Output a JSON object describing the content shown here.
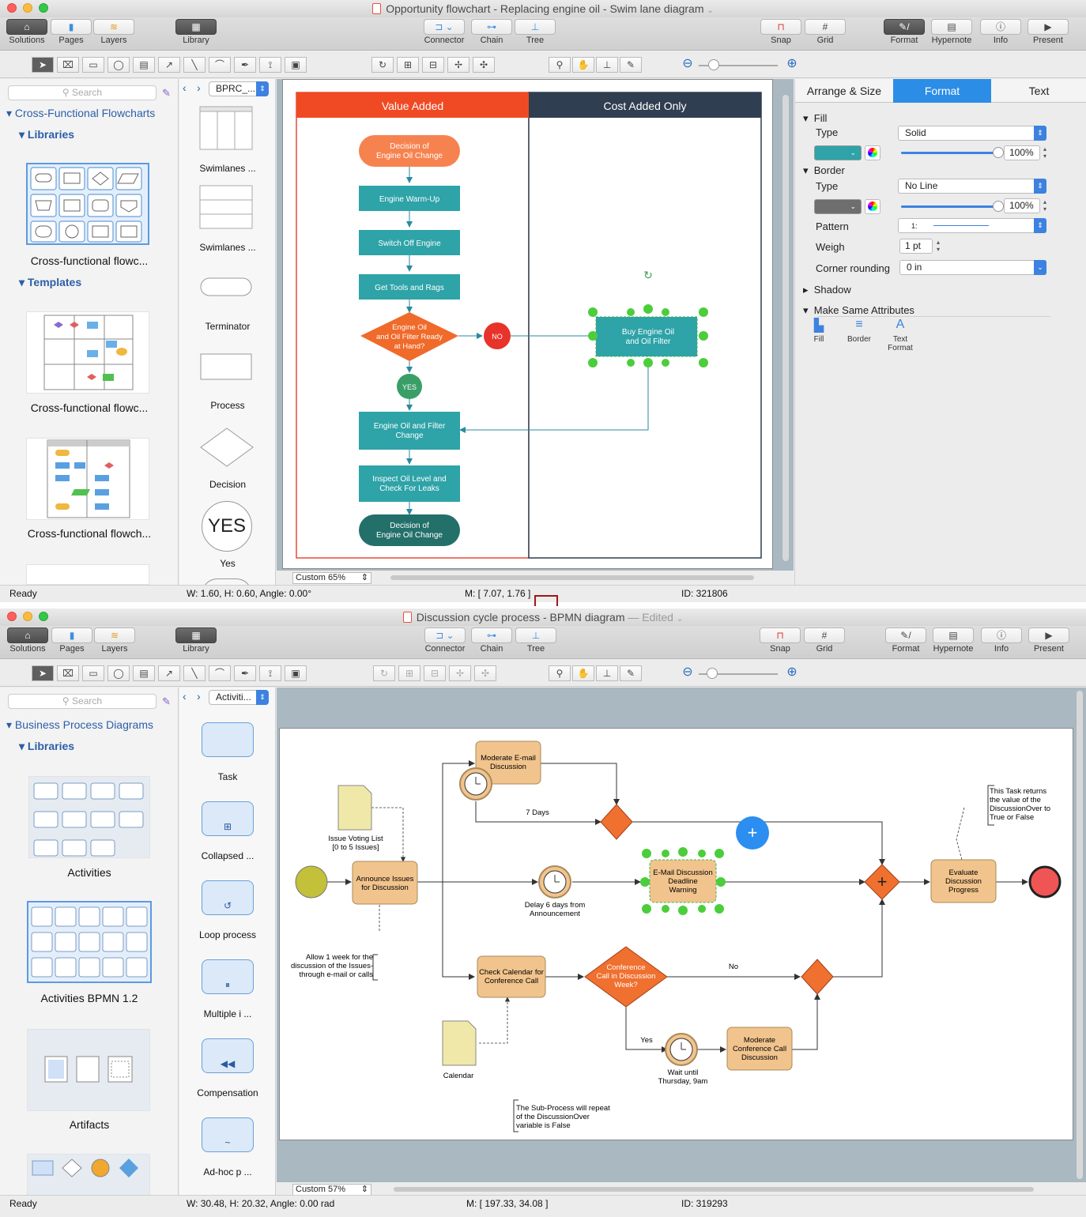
{
  "app": {
    "toolbar": {
      "solutions": "Solutions",
      "pages": "Pages",
      "layers": "Layers",
      "library": "Library",
      "connector": "Connector",
      "chain": "Chain",
      "tree": "Tree",
      "snap": "Snap",
      "grid": "Grid",
      "format": "Format",
      "hypernote": "Hypernote",
      "info": "Info",
      "present": "Present"
    },
    "search_placeholder": "Search"
  },
  "win1": {
    "title": "Opportunity flowchart - Replacing engine oil - Swim lane diagram",
    "left": {
      "group": "Cross-Functional Flowcharts",
      "libraries": "Libraries",
      "lib_thumb_label": "Cross-functional flowc...",
      "templates": "Templates",
      "template1_label": "Cross-functional flowc...",
      "template2_label": "Cross-functional flowch..."
    },
    "library_select": "BPRC_...",
    "shapes": [
      "Swimlanes  ...",
      "Swimlanes  ...",
      "Terminator",
      "Process",
      "Decision",
      "Yes"
    ],
    "yes_glyph": "YES",
    "diagram": {
      "lane_left": "Value Added",
      "lane_right": "Cost Added Only",
      "n_start": "Decision of\nEngine Oil Change",
      "n_warmup": "Engine Warm-Up",
      "n_switch": "Switch Off Engine",
      "n_tools": "Get Tools and Rags",
      "n_decision": "Engine Oil\nand Oil Filter Ready\nat Hand?",
      "n_no": "NO",
      "n_yes": "YES",
      "n_buy": "Buy Engine Oil\nand Oil Filter",
      "n_change": "Engine Oil and Filter\nChange",
      "n_inspect": "Inspect Oil Level and\nCheck For Leaks",
      "n_end": "Decision of\nEngine Oil Change"
    },
    "zoom": "Custom 65%",
    "status": {
      "ready": "Ready",
      "dims": "W: 1.60,  H: 0.60,  Angle: 0.00°",
      "mouse": "M: [ 7.07, 1.76 ]",
      "id": "ID: 321806"
    },
    "right": {
      "tabs": [
        "Arrange & Size",
        "Format",
        "Text"
      ],
      "fill": "Fill",
      "fill_type_label": "Type",
      "fill_type": "Solid",
      "fill_color": "#2ea3a8",
      "fill_opacity": "100%",
      "border": "Border",
      "border_type_label": "Type",
      "border_type": "No Line",
      "border_color": "#6e6e6e",
      "border_opacity": "100%",
      "pattern_label": "Pattern",
      "pattern_value": "1:",
      "weigh_label": "Weigh",
      "weigh_value": "1 pt",
      "corner_label": "Corner rounding",
      "corner_value": "0 in",
      "shadow": "Shadow",
      "make_same": "Make Same Attributes",
      "ms_fill": "Fill",
      "ms_border": "Border",
      "ms_text": "Text\nFormat"
    }
  },
  "win2": {
    "title": "Discussion cycle process - BPMN diagram",
    "edited": "— Edited",
    "left": {
      "group": "Business Process Diagrams",
      "libraries": "Libraries",
      "lib1": "Activities",
      "lib2": "Activities BPMN 1.2",
      "lib3": "Artifacts"
    },
    "library_select": "Activiti...",
    "shapes": [
      "Task",
      "Collapsed  ...",
      "Loop process",
      "Multiple i ...",
      "Compensation",
      "Ad-hoc p ..."
    ],
    "diagram": {
      "moderate_email": "Moderate E-mail\nDiscussion",
      "seven_days": "7 Days",
      "issue_list": "Issue Voting List\n[0 to 5 Issues]",
      "announce": "Announce Issues\nfor Discussion",
      "delay": "Delay 6 days from\nAnnouncement",
      "deadline": "E-Mail Discussion\nDeadline\nWarning",
      "note_return": "This Task returns\nthe value of the\nDiscussionOver to\nTrue or False",
      "evaluate": "Evaluate\nDiscussion\nProgress",
      "allow": "Allow 1 week for the\ndiscussion of the Issues-\nthrough e-mail or calls",
      "check_calendar": "Check Calendar for\nConference Call",
      "conf_decision": "Conference\nCall in Discussion\nWeek?",
      "no": "No",
      "yes": "Yes",
      "wait": "Wait until\nThursday, 9am",
      "moderate_conf": "Moderate\nConference Call\nDiscussion",
      "calendar": "Calendar",
      "note_sub": "The Sub-Process will repeat\nof the DiscussionOver\nvariable is False"
    },
    "zoom": "Custom 57%",
    "status": {
      "ready": "Ready",
      "dims": "W: 30.48,  H: 20.32,  Angle: 0.00 rad",
      "mouse": "M: [ 197.33, 34.08 ]",
      "id": "ID: 319293"
    }
  }
}
